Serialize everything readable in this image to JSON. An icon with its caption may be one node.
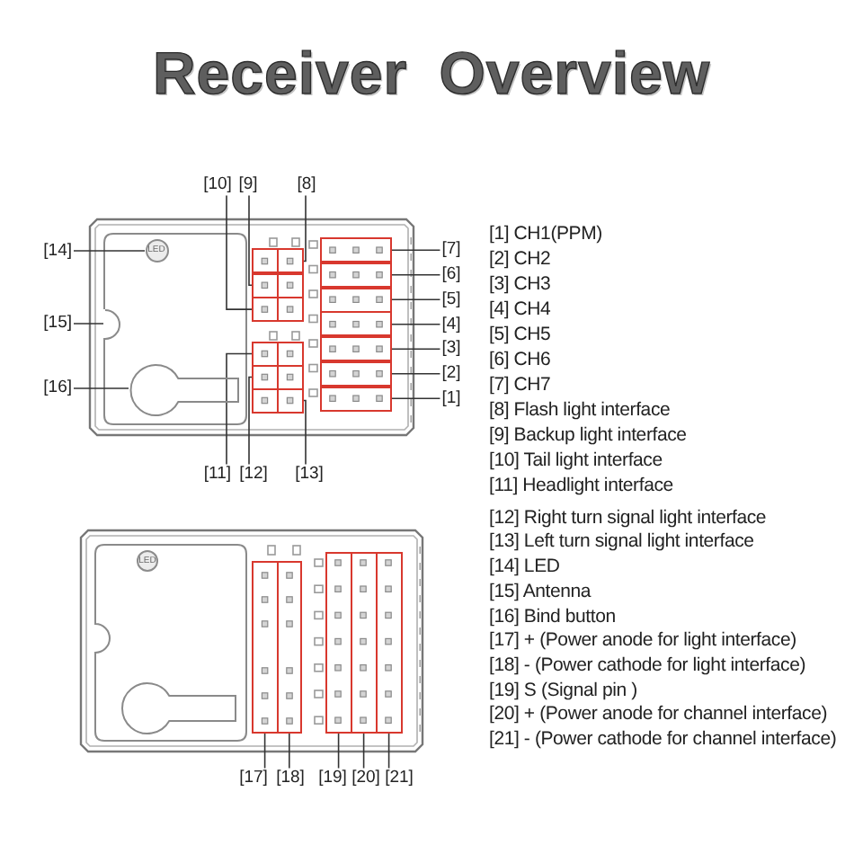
{
  "diagram": {
    "title": "Receiver Overview",
    "nodes": [
      {
        "text": [
          "[1]"
        ]
      },
      {
        "text": [
          "[2]"
        ]
      },
      {
        "text": [
          "[3]"
        ]
      },
      {
        "text": [
          "[4]"
        ]
      },
      {
        "text": [
          "[5]"
        ]
      },
      {
        "text": [
          "[6]"
        ]
      },
      {
        "text": [
          "[7]"
        ]
      },
      {
        "text": [
          "[8]"
        ]
      },
      {
        "text": [
          "[9]"
        ]
      },
      {
        "text": [
          "[10]"
        ]
      },
      {
        "text": [
          "[11]"
        ]
      },
      {
        "text": [
          "[12]"
        ]
      },
      {
        "text": [
          "[13]"
        ]
      },
      {
        "text": [
          "[14]"
        ]
      },
      {
        "text": [
          "[15]"
        ]
      },
      {
        "text": [
          "[16]"
        ]
      },
      {
        "text": [
          "[17]"
        ]
      },
      {
        "text": [
          "[18]"
        ]
      },
      {
        "text": [
          "[19]"
        ]
      },
      {
        "text": [
          "[20]"
        ]
      },
      {
        "text": [
          "[21]"
        ]
      },
      {
        "text": [],
        "shape": "box"
      },
      {
        "text": [],
        "shape": "box"
      },
      {
        "text": [],
        "shape": "box"
      },
      {
        "text": [],
        "shape": "box"
      },
      {
        "text": [],
        "shape": "box"
      },
      {
        "text": [],
        "shape": "box"
      },
      {
        "text": [],
        "shape": "box"
      },
      {
        "text": [],
        "shape": "box"
      },
      {
        "text": [],
        "shape": "box"
      },
      {
        "text": [],
        "shape": "box"
      },
      {
        "text": [],
        "shape": "box"
      },
      {
        "text": [],
        "shape": "box"
      },
      {
        "text": [],
        "shape": "box"
      },
      {
        "text": [
          "LED"
        ]
      },
      {
        "text": [],
        "shape": "semicircle"
      },
      {
        "text": [],
        "shape": "keyhole"
      },
      {
        "text": [],
        "shape": "box"
      },
      {
        "text": [],
        "shape": "box"
      },
      {
        "text": [],
        "shape": "box"
      },
      {
        "text": [],
        "shape": "box"
      },
      {
        "text": [],
        "shape": "box"
      },
      {
        "text": [
          "LED"
        ]
      }
    ],
    "edges": [
      {
        "from": 0,
        "to": 21,
        "arrow": "none"
      },
      {
        "from": 1,
        "to": 22,
        "arrow": "none"
      },
      {
        "from": 2,
        "to": 23,
        "arrow": "none"
      },
      {
        "from": 3,
        "to": 24,
        "arrow": "none"
      },
      {
        "from": 4,
        "to": 25,
        "arrow": "none"
      },
      {
        "from": 5,
        "to": 26,
        "arrow": "none"
      },
      {
        "from": 6,
        "to": 27,
        "arrow": "none"
      },
      {
        "from": 7,
        "to": 28,
        "arrow": "none"
      },
      {
        "from": 8,
        "to": 29,
        "arrow": "none"
      },
      {
        "from": 9,
        "to": 30,
        "arrow": "none"
      },
      {
        "from": 10,
        "to": 31,
        "arrow": "none"
      },
      {
        "from": 11,
        "to": 32,
        "arrow": "none"
      },
      {
        "from": 12,
        "to": 33,
        "arrow": "none"
      },
      {
        "from": 13,
        "to": 34,
        "arrow": "none"
      },
      {
        "from": 14,
        "to": 35,
        "arrow": "none"
      },
      {
        "from": 15,
        "to": 36,
        "arrow": "none"
      },
      {
        "from": 16,
        "to": 37,
        "arrow": "none"
      },
      {
        "from": 17,
        "to": 38,
        "arrow": "none"
      },
      {
        "from": 18,
        "to": 39,
        "arrow": "none"
      },
      {
        "from": 19,
        "to": 40,
        "arrow": "none"
      },
      {
        "from": 20,
        "to": 41,
        "arrow": "none"
      }
    ],
    "labels": [
      "[1] CH1(PPM)",
      "[2] CH2",
      "[3] CH3",
      "[4] CH4",
      "[5] CH5",
      "[6] CH6",
      "[7] CH7",
      "[8] Flash light interface",
      "[9] Backup light interface",
      "[10] Tail light interface",
      "[11] Headlight interface",
      "[12] Right turn signal light interface",
      "[13] Left turn signal light interface",
      "[14] LED",
      "[15] Antenna",
      "[16] Bind button",
      "[17] + (Power anode for light interface)",
      "[18] - (Power cathode for light interface)",
      "[19] S (Signal pin )",
      "[20] + (Power anode for channel interface)",
      "[21] - (Power cathode for channel interface)"
    ]
  }
}
